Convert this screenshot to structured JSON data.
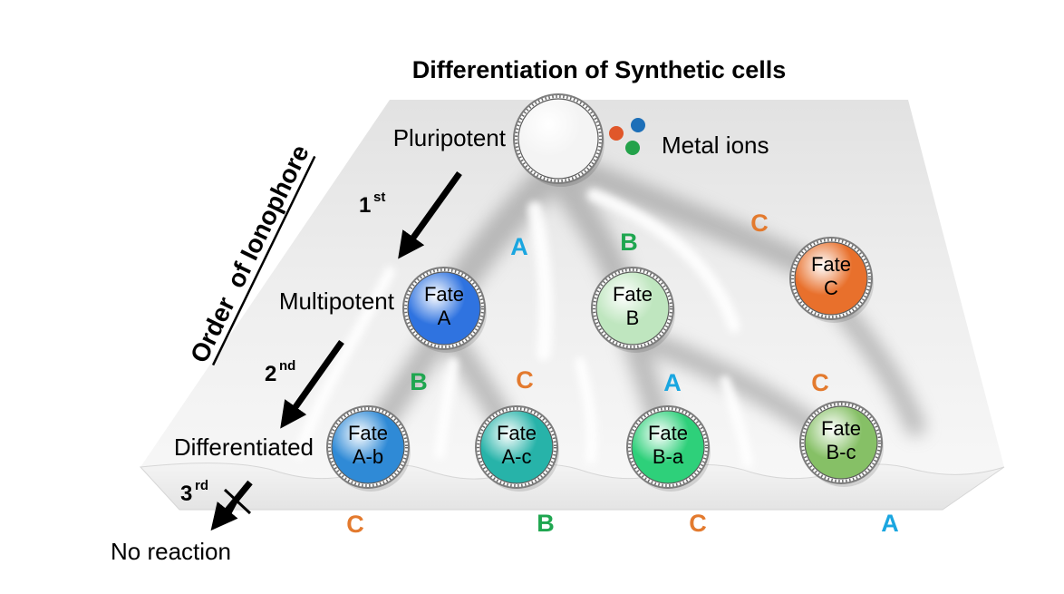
{
  "title": "Differentiation of Synthetic cells",
  "axis_label": "Order  of Ionophore",
  "metal_ions_label": "Metal ions",
  "colors": {
    "A": "#1AA6E0",
    "B": "#1FA650",
    "C": "#E37A2E",
    "metal_ions": [
      "#E0572A",
      "#1D6FB8",
      "#23A24A"
    ]
  },
  "stages": [
    {
      "label": "Pluripotent"
    },
    {
      "label": "Multipotent"
    },
    {
      "label": "Differentiated"
    },
    {
      "label": "No reaction"
    }
  ],
  "orders": [
    {
      "num": "1",
      "sup": "st"
    },
    {
      "num": "2",
      "sup": "nd"
    },
    {
      "num": "3",
      "sup": "rd"
    }
  ],
  "cells": [
    {
      "id": "pluripotent",
      "lines": [],
      "color": "#f4f4f4"
    },
    {
      "id": "fate-a",
      "lines": [
        "Fate",
        "A"
      ],
      "color": "#2f73e0"
    },
    {
      "id": "fate-b",
      "lines": [
        "Fate",
        "B"
      ],
      "color": "#bfe6bf"
    },
    {
      "id": "fate-c",
      "lines": [
        "Fate",
        "C"
      ],
      "color": "#e8702c"
    },
    {
      "id": "fate-a-b",
      "lines": [
        "Fate",
        "A-b"
      ],
      "color": "#2f8ad6"
    },
    {
      "id": "fate-a-c",
      "lines": [
        "Fate",
        "A-c"
      ],
      "color": "#27b3a9"
    },
    {
      "id": "fate-b-a",
      "lines": [
        "Fate",
        "B-a"
      ],
      "color": "#2ed07a"
    },
    {
      "id": "fate-b-c",
      "lines": [
        "Fate",
        "B-c"
      ],
      "color": "#86c066"
    }
  ],
  "path_letters": [
    {
      "id": "l1",
      "text": "A",
      "kind": "A"
    },
    {
      "id": "l2",
      "text": "B",
      "kind": "B"
    },
    {
      "id": "l3",
      "text": "C",
      "kind": "C"
    },
    {
      "id": "l4",
      "text": "B",
      "kind": "B"
    },
    {
      "id": "l5",
      "text": "C",
      "kind": "C"
    },
    {
      "id": "l6",
      "text": "A",
      "kind": "A"
    },
    {
      "id": "l7",
      "text": "C",
      "kind": "C"
    },
    {
      "id": "l8",
      "text": "C",
      "kind": "C"
    },
    {
      "id": "l9",
      "text": "B",
      "kind": "B"
    },
    {
      "id": "l10",
      "text": "C",
      "kind": "C"
    },
    {
      "id": "l11",
      "text": "A",
      "kind": "A"
    }
  ]
}
